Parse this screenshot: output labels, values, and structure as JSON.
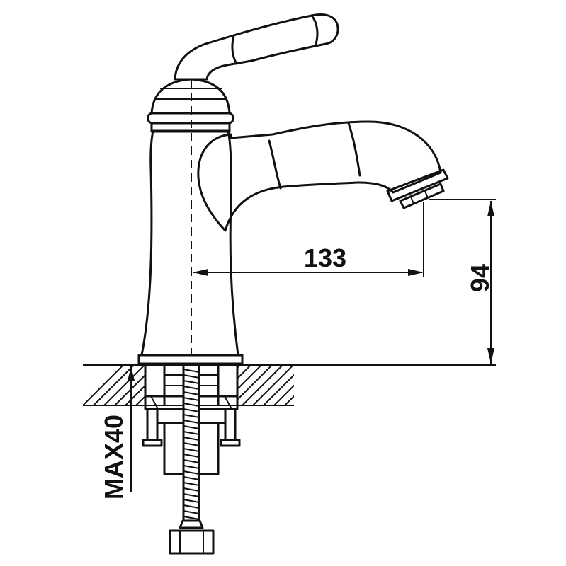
{
  "dimensions": {
    "spout_reach": "133",
    "spout_height": "94",
    "max_deck_thickness": "MAX40"
  },
  "colors": {
    "line": "#111111",
    "background": "#ffffff"
  }
}
